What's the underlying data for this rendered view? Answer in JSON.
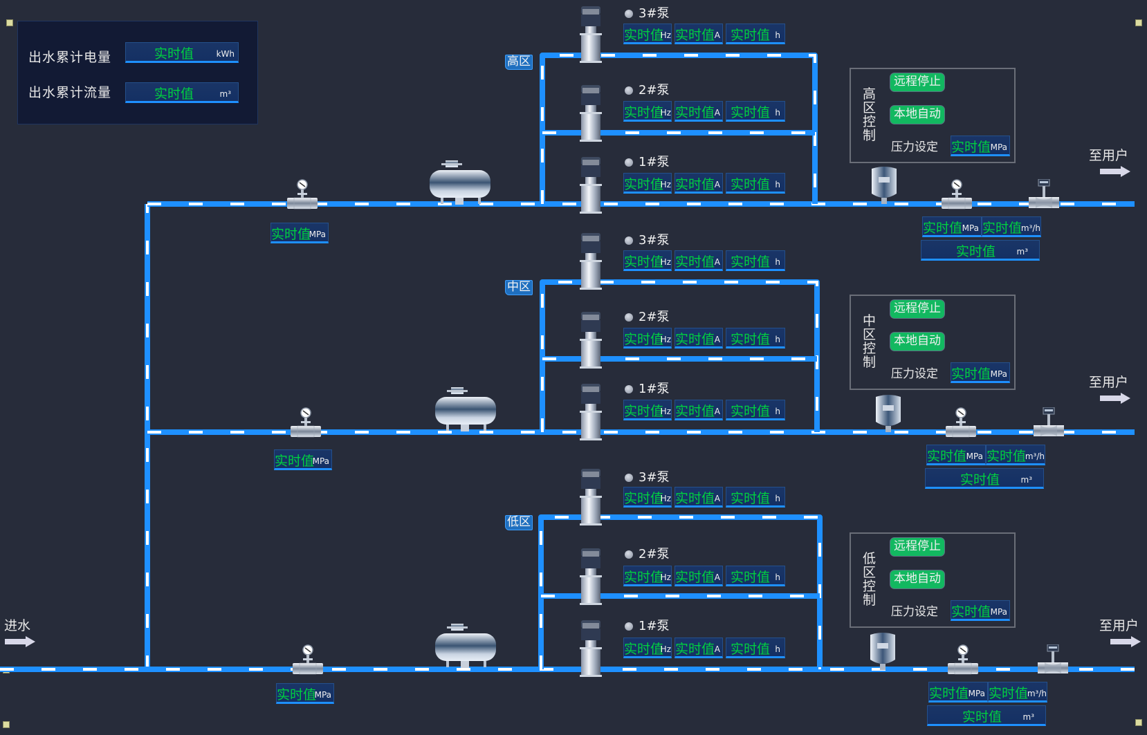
{
  "summary": {
    "rows": [
      {
        "label": "出水累计电量",
        "value": "实时值",
        "unit": "kWh"
      },
      {
        "label": "出水累计流量",
        "value": "实时值",
        "unit": "m³"
      }
    ]
  },
  "inlet": {
    "label": "进水"
  },
  "outlet_label": "至用户",
  "value_placeholder": "实时值",
  "units": {
    "freq": "Hz",
    "current": "A",
    "hours": "h",
    "pressure": "MPa",
    "flow": "m³/h",
    "volume": "m³"
  },
  "zones": [
    {
      "id": "high",
      "tag": "高区",
      "control_title": "高区控制",
      "remote_stop": "远程停止",
      "local_auto": "本地自动",
      "pressure_set_label": "压力设定",
      "pressure_set_value": "实时值",
      "pressure_set_unit": "MPa",
      "inlet_pressure": {
        "value": "实时值",
        "unit": "MPa"
      },
      "outlet_pressure": {
        "value": "实时值",
        "unit": "MPa"
      },
      "outlet_flow": {
        "value": "实时值",
        "unit": "m³/h"
      },
      "outlet_total": {
        "value": "实时值",
        "unit": "m³"
      },
      "pumps": [
        {
          "name": "3#泵",
          "freq": "实时值",
          "current": "实时值",
          "hours": "实时值"
        },
        {
          "name": "2#泵",
          "freq": "实时值",
          "current": "实时值",
          "hours": "实时值"
        },
        {
          "name": "1#泵",
          "freq": "实时值",
          "current": "实时值",
          "hours": "实时值"
        }
      ]
    },
    {
      "id": "mid",
      "tag": "中区",
      "control_title": "中区控制",
      "remote_stop": "远程停止",
      "local_auto": "本地自动",
      "pressure_set_label": "压力设定",
      "pressure_set_value": "实时值",
      "pressure_set_unit": "MPa",
      "inlet_pressure": {
        "value": "实时值",
        "unit": "MPa"
      },
      "outlet_pressure": {
        "value": "实时值",
        "unit": "MPa"
      },
      "outlet_flow": {
        "value": "实时值",
        "unit": "m³/h"
      },
      "outlet_total": {
        "value": "实时值",
        "unit": "m³"
      },
      "pumps": [
        {
          "name": "3#泵",
          "freq": "实时值",
          "current": "实时值",
          "hours": "实时值"
        },
        {
          "name": "2#泵",
          "freq": "实时值",
          "current": "实时值",
          "hours": "实时值"
        },
        {
          "name": "1#泵",
          "freq": "实时值",
          "current": "实时值",
          "hours": "实时值"
        }
      ]
    },
    {
      "id": "low",
      "tag": "低区",
      "control_title": "低区控制",
      "remote_stop": "远程停止",
      "local_auto": "本地自动",
      "pressure_set_label": "压力设定",
      "pressure_set_value": "实时值",
      "pressure_set_unit": "MPa",
      "inlet_pressure": {
        "value": "实时值",
        "unit": "MPa"
      },
      "outlet_pressure": {
        "value": "实时值",
        "unit": "MPa"
      },
      "outlet_flow": {
        "value": "实时值",
        "unit": "m³/h"
      },
      "outlet_total": {
        "value": "实时值",
        "unit": "m³"
      },
      "pumps": [
        {
          "name": "3#泵",
          "freq": "实时值",
          "current": "实时值",
          "hours": "实时值"
        },
        {
          "name": "2#泵",
          "freq": "实时值",
          "current": "实时值",
          "hours": "实时值"
        },
        {
          "name": "1#泵",
          "freq": "实时值",
          "current": "实时值",
          "hours": "实时值"
        }
      ]
    }
  ],
  "colors": {
    "pipe": "#1e90ff",
    "value_text": "#00d040",
    "button": "#12b860",
    "background": "#272c3a"
  }
}
